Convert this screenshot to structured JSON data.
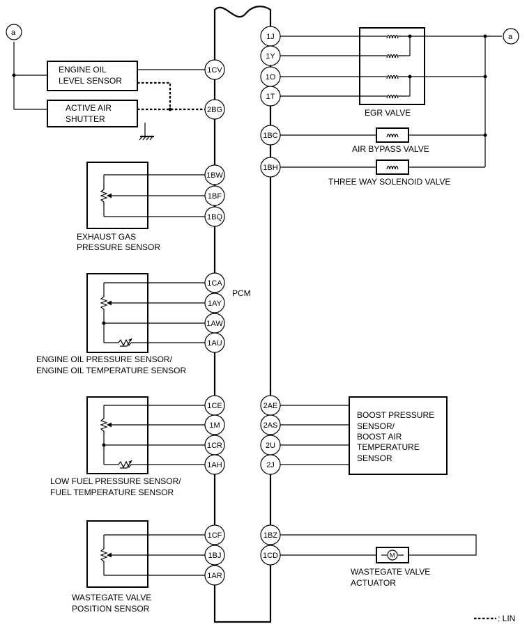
{
  "pcm": {
    "label": "PCM"
  },
  "connector_a": "a",
  "legend": {
    "lin_label": ": LIN"
  },
  "left": {
    "engine_oil_level_sensor": [
      "ENGINE OIL",
      "LEVEL SENSOR"
    ],
    "active_air_shutter": [
      "ACTIVE AIR",
      "SHUTTER"
    ],
    "exhaust_gas_pressure_sensor": [
      "EXHAUST GAS",
      "PRESSURE SENSOR"
    ],
    "engine_oil_pressure_temp_sensor": [
      "ENGINE OIL PRESSURE SENSOR/",
      "ENGINE OIL TEMPERATURE SENSOR"
    ],
    "low_fuel_pressure_sensor": [
      "LOW FUEL PRESSURE SENSOR/",
      "FUEL TEMPERATURE SENSOR"
    ],
    "wastegate_valve_position_sensor": [
      "WASTEGATE VALVE",
      "POSITION SENSOR"
    ]
  },
  "right": {
    "egr_valve": "EGR VALVE",
    "air_bypass_valve": "AIR BYPASS VALVE",
    "three_way_solenoid_valve": "THREE WAY SOLENOID VALVE",
    "boost_pressure_sensor": [
      "BOOST PRESSURE",
      "SENSOR/",
      "BOOST AIR",
      "TEMPERATURE",
      "SENSOR"
    ],
    "wastegate_valve_actuator": [
      "WASTEGATE VALVE",
      "ACTUATOR"
    ],
    "motor_symbol": "M"
  },
  "pins_left": [
    "1CV",
    "2BG",
    "1BW",
    "1BF",
    "1BQ",
    "1CA",
    "1AY",
    "1AW",
    "1AU",
    "1CE",
    "1M",
    "1CR",
    "1AH",
    "1CF",
    "1BJ",
    "1AR"
  ],
  "pins_right": [
    "1J",
    "1Y",
    "1O",
    "1T",
    "1BC",
    "1BH",
    "2AE",
    "2AS",
    "2U",
    "2J",
    "1BZ",
    "1CD"
  ]
}
